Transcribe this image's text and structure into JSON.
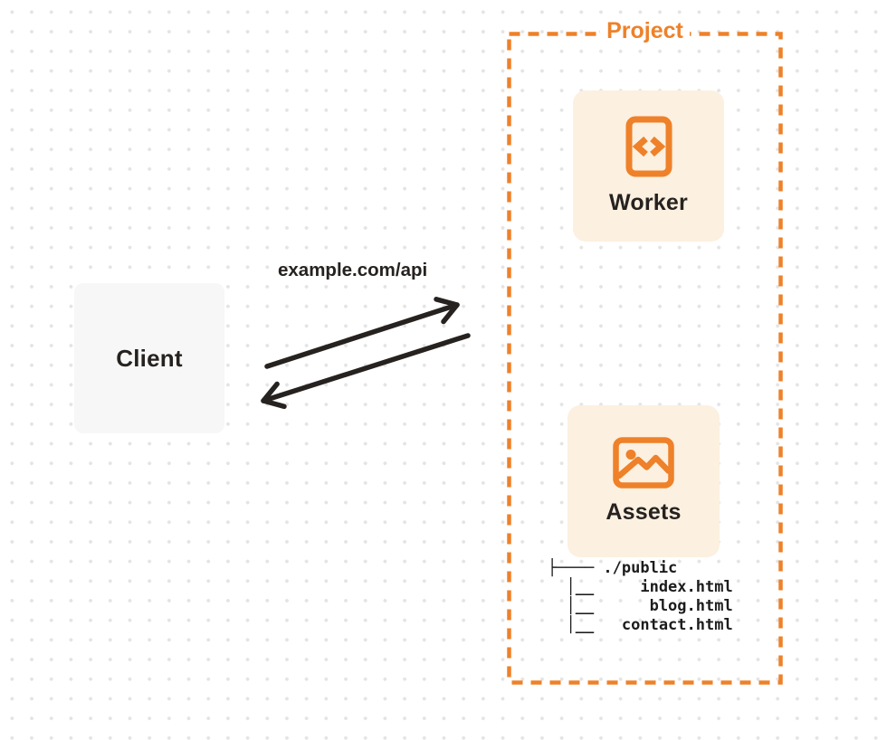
{
  "client": {
    "label": "Client"
  },
  "request": {
    "label": "example.com/api"
  },
  "project": {
    "label": "Project",
    "worker": {
      "label": "Worker",
      "icon": "code-file-icon"
    },
    "assets": {
      "label": "Assets",
      "icon": "image-icon"
    },
    "file_tree": [
      "├──── ./public",
      "  │__     index.html",
      "  │__      blog.html",
      "  │__   contact.html"
    ]
  },
  "colors": {
    "accent": "#EE8129",
    "card_fill": "#FCF0E0",
    "client_fill": "#F7F7F7",
    "ink": "#262220",
    "dot_grid": "#E4E4E4"
  }
}
